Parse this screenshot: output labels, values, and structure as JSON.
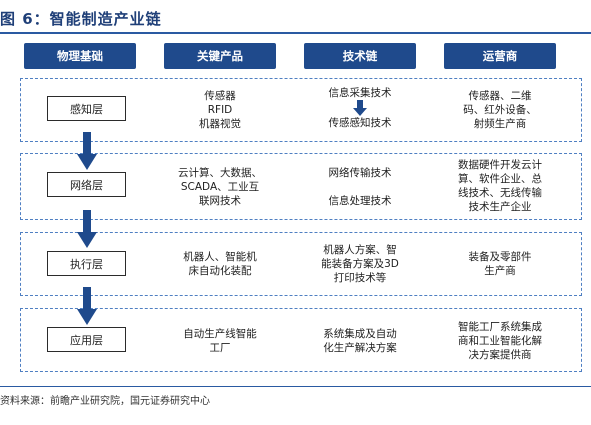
{
  "figure": {
    "title": "图 6：智能制造产业链",
    "source": "资料来源：前瞻产业研究院，国元证券研究中心"
  },
  "headers": [
    "物理基础",
    "关键产品",
    "技术链",
    "运营商"
  ],
  "layers": [
    {
      "name": "感知层",
      "products": [
        "传感器",
        "RFID",
        "机器视觉"
      ],
      "tech": [
        "信息采集技术",
        "传感感知技术"
      ],
      "operators": [
        "传感器、二维",
        "码、红外设备、",
        "射频生产商"
      ]
    },
    {
      "name": "网络层",
      "products": [
        "云计算、大数据、",
        "SCADA、工业互",
        "联网技术"
      ],
      "tech": [
        "网络传输技术",
        "信息处理技术"
      ],
      "operators": [
        "数据硬件开发云计",
        "算、软件企业、总",
        "线技术、无线传输",
        "技术生产企业"
      ]
    },
    {
      "name": "执行层",
      "products": [
        "机器人、智能机",
        "床自动化装配"
      ],
      "tech": [
        "机器人方案、智",
        "能装备方案及3D",
        "打印技术等"
      ],
      "operators": [
        "装备及零部件",
        "生产商"
      ]
    },
    {
      "name": "应用层",
      "products": [
        "自动生产线智能",
        "工厂"
      ],
      "tech": [
        "系统集成及自动",
        "化生产解决方案"
      ],
      "operators": [
        "智能工厂系统集成",
        "商和工业智能化解",
        "决方案提供商"
      ]
    }
  ],
  "colors": {
    "header_bg": "#1f4a8c",
    "arrow": "#1f4a8c",
    "band_border": "#4f7fc2"
  }
}
